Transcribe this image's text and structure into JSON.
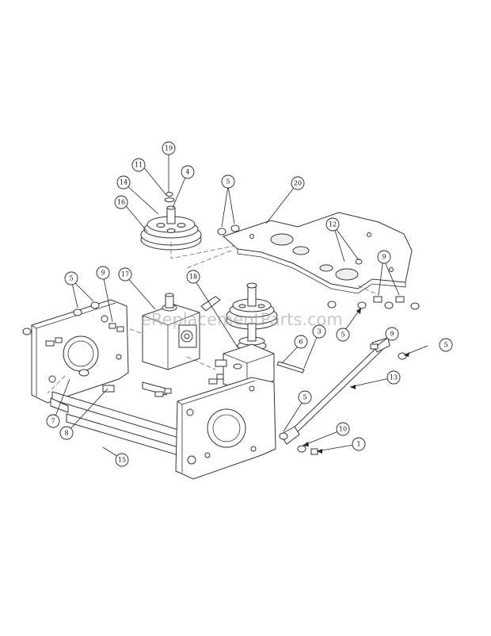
{
  "watermark": "eReplacementParts.com",
  "callouts": [
    {
      "label": "19"
    },
    {
      "label": "11"
    },
    {
      "label": "4"
    },
    {
      "label": "14"
    },
    {
      "label": "16"
    },
    {
      "label": "5"
    },
    {
      "label": "20"
    },
    {
      "label": "12"
    },
    {
      "label": "9"
    },
    {
      "label": "5"
    },
    {
      "label": "9"
    },
    {
      "label": "17"
    },
    {
      "label": "18"
    },
    {
      "label": "6"
    },
    {
      "label": "3"
    },
    {
      "label": "5"
    },
    {
      "label": "9"
    },
    {
      "label": "5"
    },
    {
      "label": "13"
    },
    {
      "label": "5"
    },
    {
      "label": "10"
    },
    {
      "label": "1"
    },
    {
      "label": "7"
    },
    {
      "label": "8"
    },
    {
      "label": "15"
    }
  ]
}
